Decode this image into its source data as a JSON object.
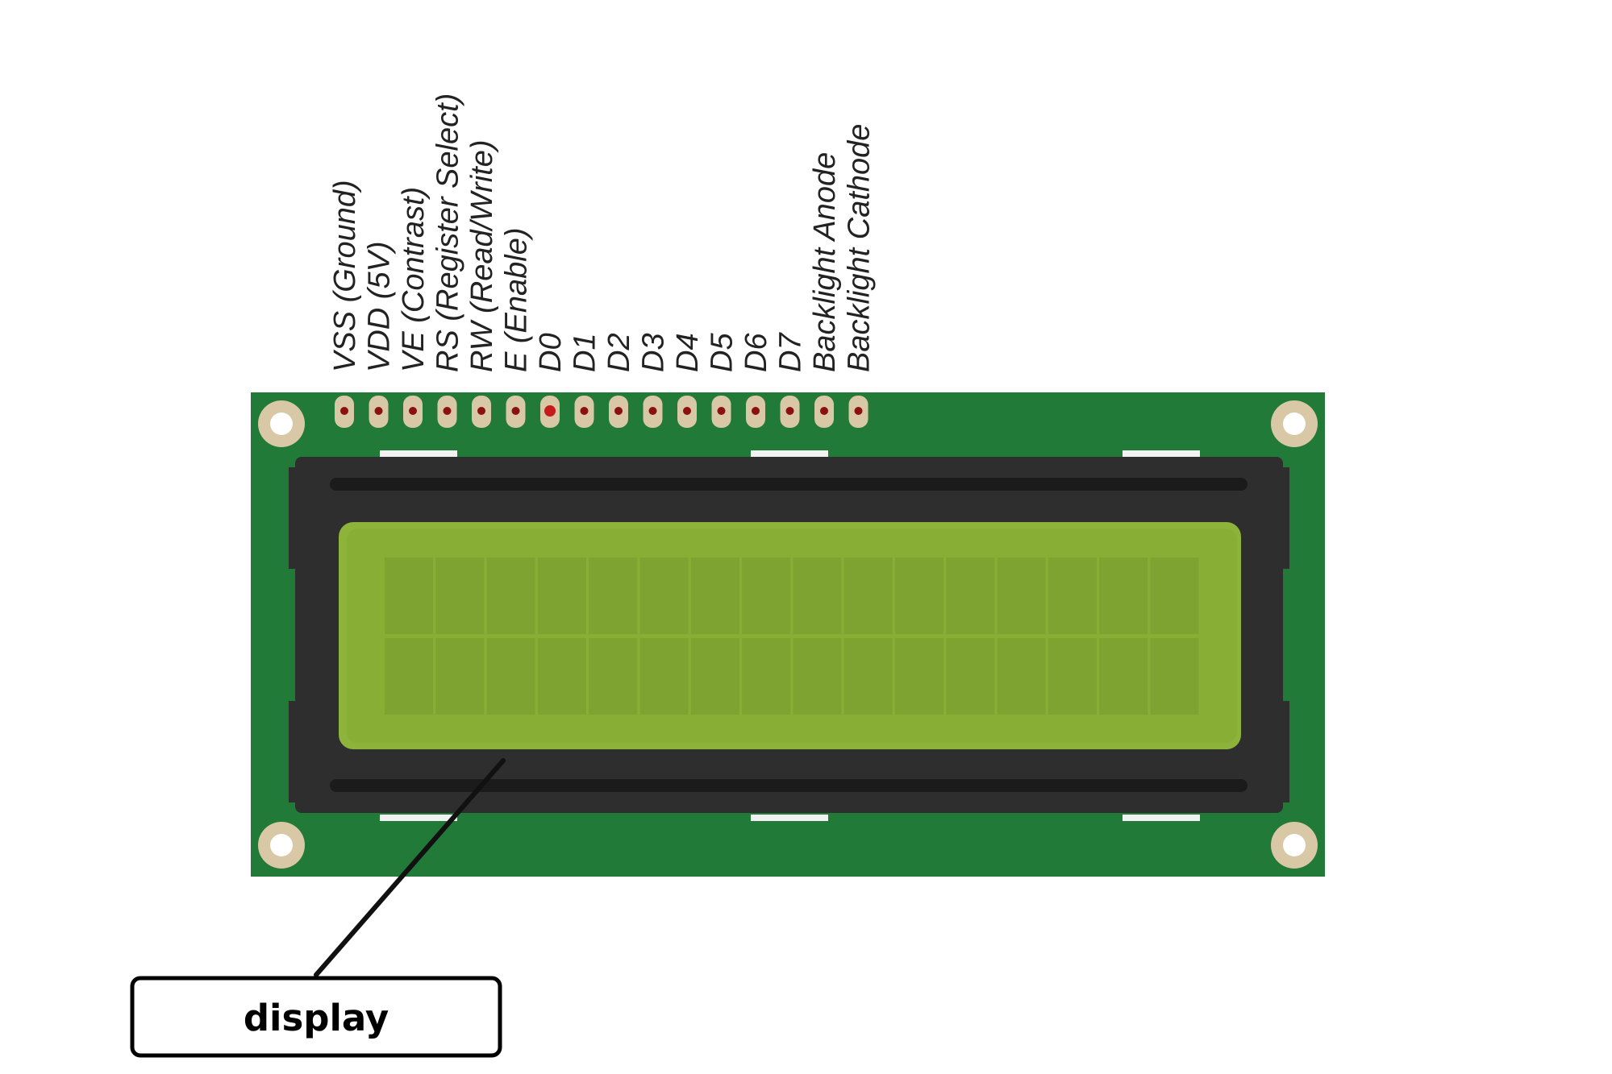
{
  "diagram": {
    "component": "16x2 character LCD module",
    "display_grid": {
      "columns": 16,
      "rows": 2
    },
    "colors": {
      "pcb": "#217a37",
      "bezel": "#2e2e2e",
      "lcd": "#8db33a",
      "lcd_cell": "#7fa331",
      "pad": "#d9c8a6",
      "pin_dot": "#8b1111",
      "pin_d0_dot": "#c51b1b",
      "callout_line": "#111111"
    },
    "pins": [
      {
        "label": "VSS (Ground)"
      },
      {
        "label": "VDD (5V)"
      },
      {
        "label": "VE (Contrast)"
      },
      {
        "label": "RS (Register Select)"
      },
      {
        "label": "RW (Read/Write)"
      },
      {
        "label": "E (Enable)"
      },
      {
        "label": "D0"
      },
      {
        "label": "D1"
      },
      {
        "label": "D2"
      },
      {
        "label": "D3"
      },
      {
        "label": "D4"
      },
      {
        "label": "D5"
      },
      {
        "label": "D6"
      },
      {
        "label": "D7"
      },
      {
        "label": "Backlight Anode"
      },
      {
        "label": "Backlight Cathode"
      }
    ],
    "callout": {
      "label": "display"
    }
  }
}
